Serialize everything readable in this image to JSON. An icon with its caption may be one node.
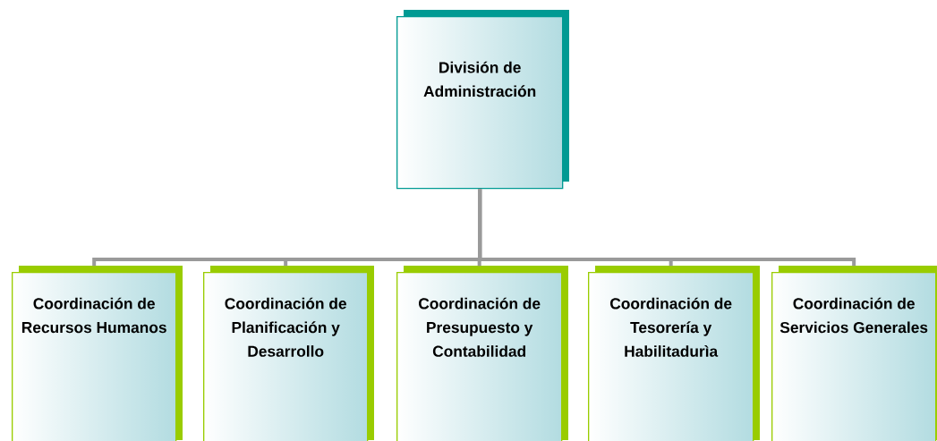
{
  "diagram": {
    "nodes": [
      {
        "text": [
          "División de Administración"
        ]
      },
      {
        "text": [
          "Coordinación de Recursos Humanos"
        ]
      },
      {
        "text": [
          "Coordinación de Planificación y Desarrollo"
        ]
      },
      {
        "text": [
          "Coordinación de Presupuesto y Contabilidad"
        ]
      },
      {
        "text": [
          "Coordinación de Tesorería y Habilitadurìa"
        ]
      },
      {
        "text": [
          "Coordinación de Servicios Generales"
        ]
      }
    ],
    "edges": [
      {
        "from": 0,
        "to": 1,
        "arrow": "none"
      },
      {
        "from": 0,
        "to": 2,
        "arrow": "none"
      },
      {
        "from": 0,
        "to": 3,
        "arrow": "none"
      },
      {
        "from": 0,
        "to": 4,
        "arrow": "none"
      },
      {
        "from": 0,
        "to": 5,
        "arrow": "none"
      }
    ]
  }
}
